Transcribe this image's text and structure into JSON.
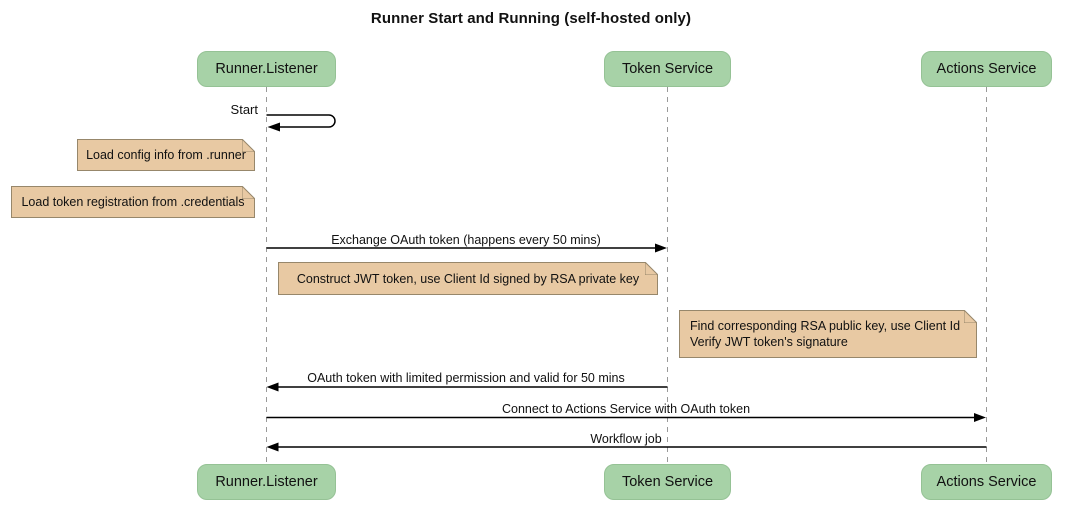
{
  "title": "Runner Start and Running (self-hosted only)",
  "diagram_type": "sequence",
  "colors": {
    "participant_fill": "#a7d2a7",
    "participant_border": "#95c295",
    "note_fill": "#e8c9a3",
    "note_border": "#97876b",
    "lifeline": "#999999",
    "message_line": "#000000",
    "background": "#ffffff"
  },
  "participants": [
    {
      "name": "Runner.Listener"
    },
    {
      "name": "Token Service"
    },
    {
      "name": "Actions Service"
    }
  ],
  "messages": [
    {
      "label": "Start",
      "from": "Runner.Listener",
      "to": "Runner.Listener",
      "type": "self"
    },
    {
      "label": "Exchange OAuth token (happens every 50 mins)",
      "from": "Runner.Listener",
      "to": "Token Service",
      "type": "solid-arrow"
    },
    {
      "label": "OAuth token with limited permission and valid for 50 mins",
      "from": "Token Service",
      "to": "Runner.Listener",
      "type": "solid-arrow"
    },
    {
      "label": "Connect to Actions Service with OAuth token",
      "from": "Runner.Listener",
      "to": "Actions Service",
      "type": "solid-arrow"
    },
    {
      "label": "Workflow job",
      "from": "Actions Service",
      "to": "Runner.Listener",
      "type": "solid-arrow"
    }
  ],
  "notes": [
    {
      "text": "Load config info from .runner",
      "placement": "left of Runner.Listener"
    },
    {
      "text": "Load token registration from .credentials",
      "placement": "left of Runner.Listener"
    },
    {
      "text": "Construct JWT token, use Client Id signed by RSA private key",
      "placement": "between Runner.Listener and Token Service"
    },
    {
      "lines": [
        "Find corresponding RSA public key, use Client Id",
        "Verify JWT token's signature"
      ],
      "placement": "between Token Service and Actions Service"
    }
  ]
}
